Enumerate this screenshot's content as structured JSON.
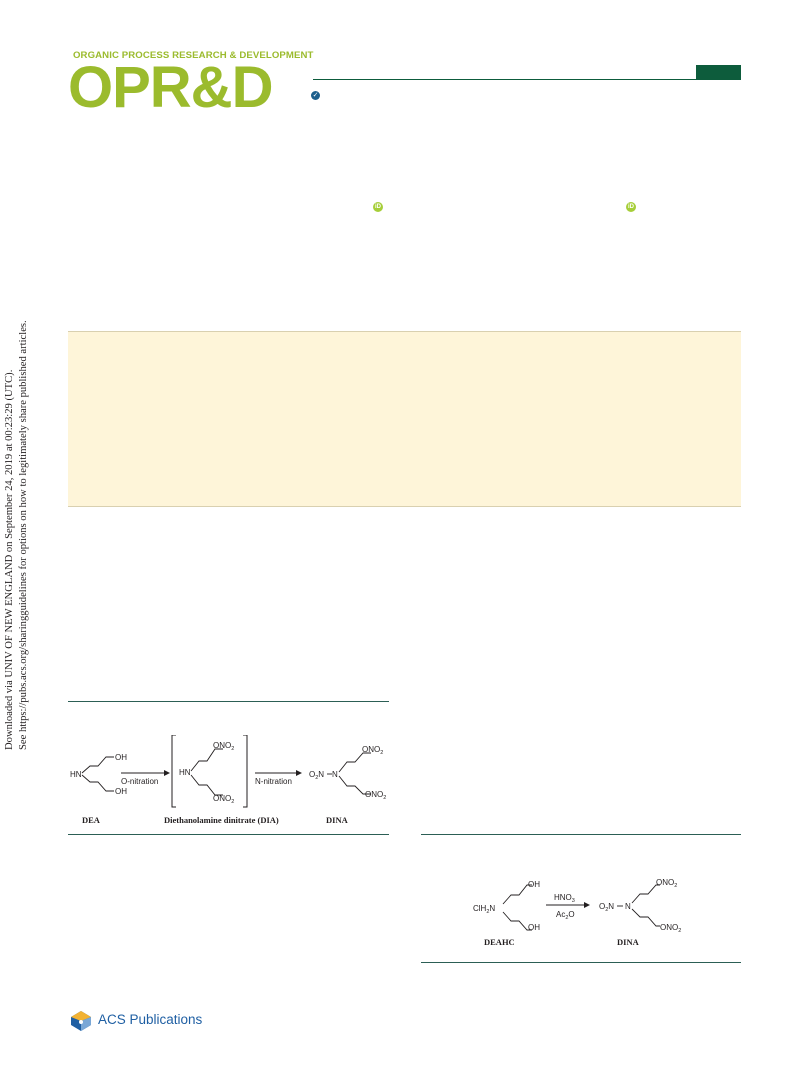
{
  "journal": {
    "kicker": "ORGANIC PROCESS RESEARCH & DEVELOPMENT",
    "logo": "OPR&D",
    "check_icon": "checkmark-badge-icon",
    "brand_color": "#9bbb2d",
    "accent_color": "#0d5c3c"
  },
  "download_note": {
    "line1": "Downloaded via UNIV OF NEW ENGLAND on September 24, 2019 at 00:23:29 (UTC).",
    "line2": "See https://pubs.acs.org/sharingguidelines for options on how to legitimately share published articles."
  },
  "abstract_box": {
    "color": "#fef5d9"
  },
  "scheme1": {
    "oh_top": "OH",
    "hn": "HN",
    "oh_bottom": "OH",
    "arrow1_label": "O-nitration",
    "dia_hn": "HN",
    "dia_ono2_top": "ONO",
    "dia_ono2_bottom": "ONO",
    "sub2": "2",
    "arrow2_label": "N-nitration",
    "dina_o2n": "O",
    "dina_n": "N",
    "dina_ono2_top": "ONO",
    "dina_ono2_bottom": "ONO",
    "caption_dea": "DEA",
    "caption_dia": "Diethanolamine dinitrate (DIA)",
    "caption_dina": "DINA"
  },
  "scheme2": {
    "oh_top": "OH",
    "cih2n": "ClH",
    "n": "N",
    "oh_bottom": "OH",
    "reagent_top": "HNO",
    "reagent_bottom": "Ac",
    "reagent_bottom_o": "O",
    "sub2": "2",
    "sub3": "3",
    "dina_o2n": "O",
    "dina_n": "N",
    "dina_ono2_top": "ONO",
    "dina_ono2_bottom": "ONO",
    "caption_deahc": "DEAHC",
    "caption_dina": "DINA"
  },
  "footer": {
    "publisher": "ACS Publications",
    "logo_icon": "acs-hexagon-logo-icon"
  }
}
